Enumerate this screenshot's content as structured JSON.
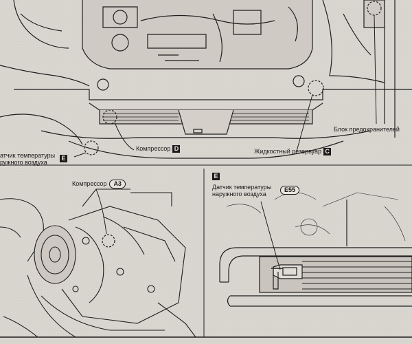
{
  "labels": {
    "fuse_block": "Блок предохранителей",
    "compressor_top": "Компрессор",
    "compressor_top_badge": "D",
    "reservoir": "Жидкостный резервуар",
    "reservoir_badge": "C",
    "sensor_left_line1": "атчик температуры",
    "sensor_left_line2": "ружного воздуха",
    "sensor_left_badge": "E",
    "compressor_detail": "Компрессор",
    "compressor_detail_badge": "A3",
    "sensor_detail_marker": "E",
    "sensor_detail_line1": "Датчик температуры",
    "sensor_detail_line2": "наружного воздуха",
    "sensor_detail_badge": "E55"
  }
}
